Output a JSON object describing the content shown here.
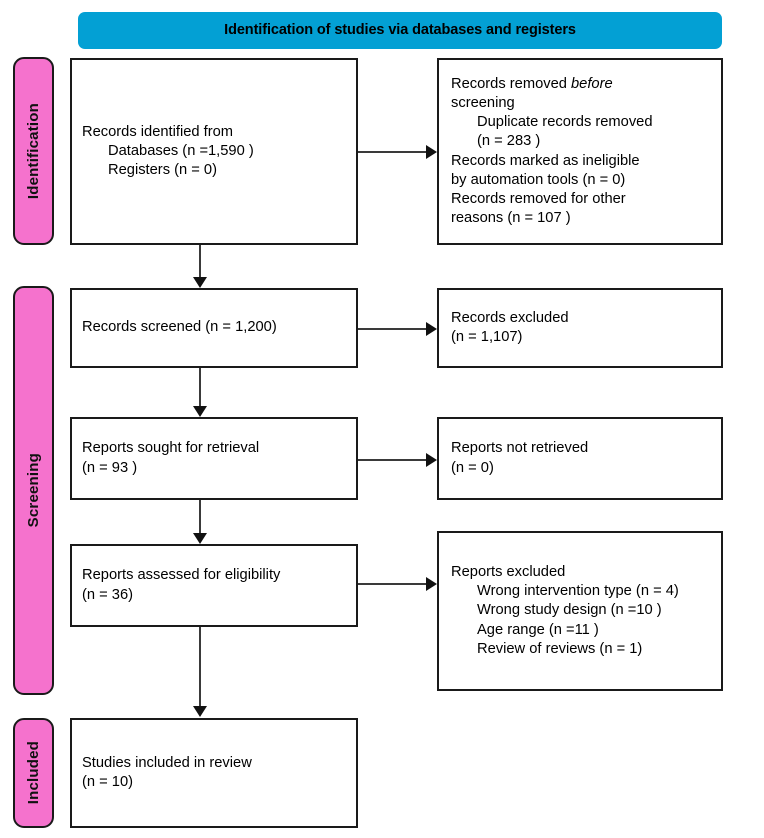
{
  "banner": {
    "title": "Identification of studies via databases and registers",
    "color": "#03A0D4"
  },
  "stages": {
    "color": "#F572CD",
    "identification": "Identification",
    "screening": "Screening",
    "included": "Included"
  },
  "boxes": {
    "records_identified": {
      "line1": "Records identified from",
      "line2": "Databases (n =1,590 )",
      "line3": "Registers (n = 0)"
    },
    "records_removed": {
      "line1_a": "Records removed ",
      "line1_b": "before",
      "line2_b": "screening",
      "line3": "Duplicate records removed",
      "line4": "(n = 283 )",
      "line5": "Records marked as ineligible",
      "line6": "by automation tools (n = 0)",
      "line7": "Records removed for other",
      "line8": "reasons (n = 107 )"
    },
    "records_screened": {
      "line1": "Records screened (n = 1,200)"
    },
    "records_excluded": {
      "line1": "Records excluded",
      "line2": "(n = 1,107)"
    },
    "reports_sought": {
      "line1": "Reports sought for retrieval",
      "line2": "(n = 93 )"
    },
    "reports_not_retrieved": {
      "line1": "Reports not retrieved",
      "line2": "(n = 0)"
    },
    "reports_assessed": {
      "line1": "Reports assessed for eligibility",
      "line2": "(n = 36)"
    },
    "reports_excluded": {
      "line1": "Reports excluded",
      "line2": "Wrong intervention type (n = 4)",
      "line3": "Wrong study design (n =10 )",
      "line4": "Age range (n =11 )",
      "line5": "Review of reviews (n = 1)"
    },
    "studies_included": {
      "line1": "Studies included in review",
      "line2": "(n = 10)"
    }
  }
}
